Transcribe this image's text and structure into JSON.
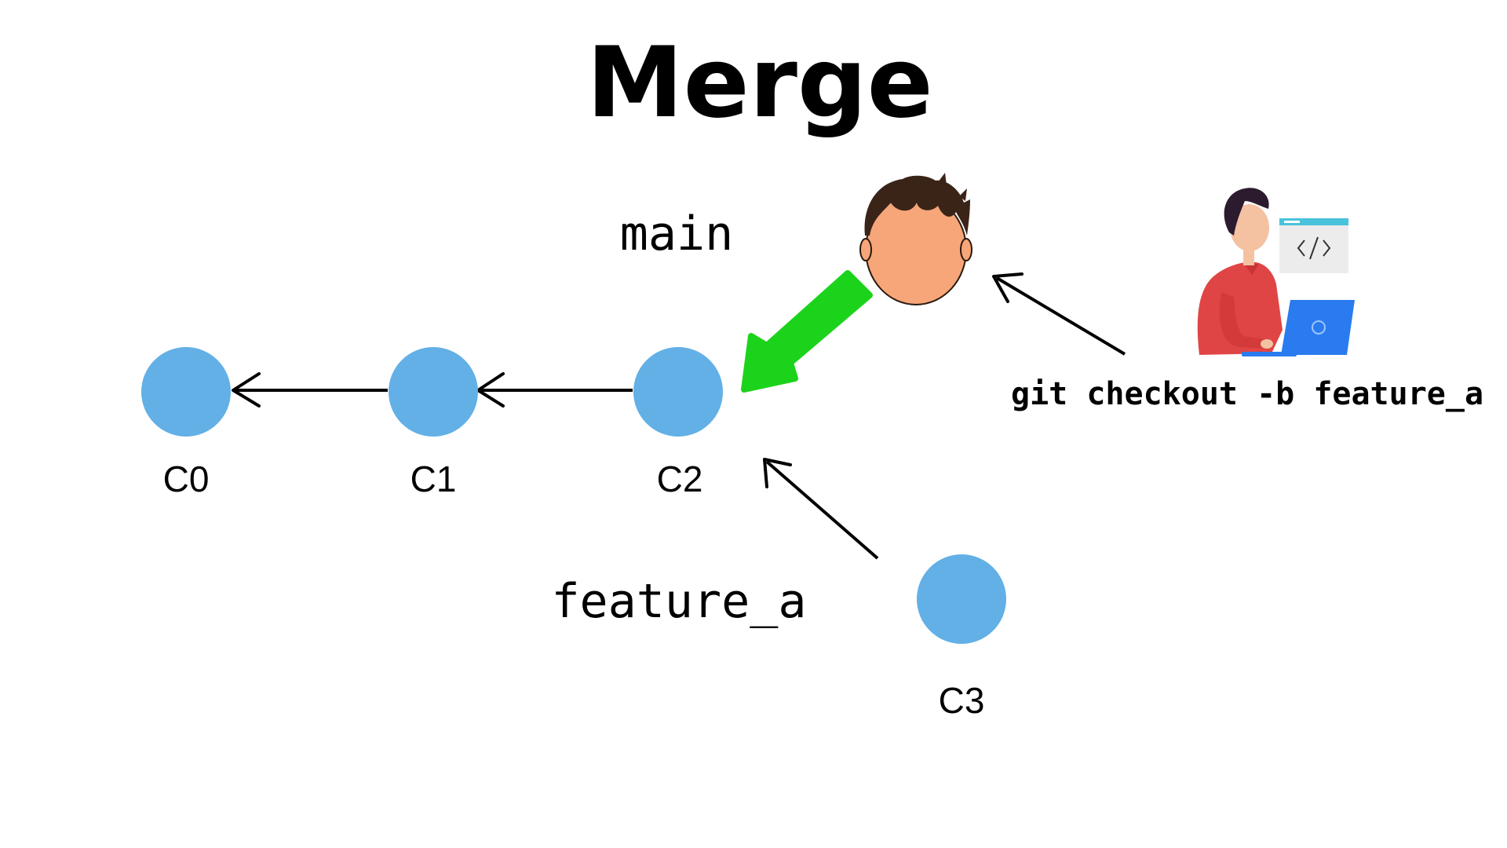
{
  "title": "Merge",
  "branches": {
    "main": "main",
    "feature": "feature_a"
  },
  "commits": [
    {
      "id": "c0",
      "label": "C0"
    },
    {
      "id": "c1",
      "label": "C1"
    },
    {
      "id": "c2",
      "label": "C2"
    },
    {
      "id": "c3",
      "label": "C3"
    }
  ],
  "command": "git checkout -b feature_a",
  "colors": {
    "commit": "#62b0e6",
    "head_arrow": "#1cd31c",
    "edge": "#000000"
  },
  "icons": {
    "head": "head-face-icon",
    "developer": "developer-laptop-icon",
    "code": "code-window-icon"
  }
}
